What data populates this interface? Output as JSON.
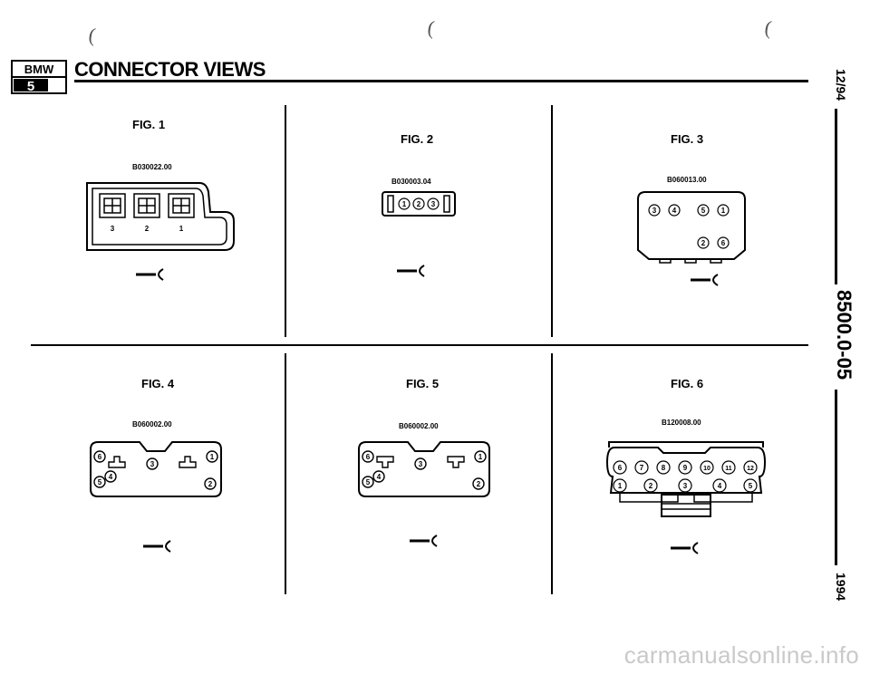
{
  "header": {
    "logo_text": "BMW",
    "logo_number": "5",
    "title": "CONNECTOR VIEWS"
  },
  "side": {
    "date": "12/94",
    "doc_number": "8500.0-05",
    "year": "1994"
  },
  "figures": [
    {
      "label": "FIG. 1",
      "part_number": "B030022.00",
      "pins": [
        "3",
        "2",
        "1"
      ]
    },
    {
      "label": "FIG. 2",
      "part_number": "B030003.04",
      "pins": [
        "1",
        "2",
        "3"
      ]
    },
    {
      "label": "FIG. 3",
      "part_number": "B060013.00",
      "pins": [
        "3",
        "4",
        "5",
        "1",
        "2",
        "6"
      ]
    },
    {
      "label": "FIG. 4",
      "part_number": "B060002.00",
      "pins": [
        "6",
        "3",
        "1",
        "5",
        "4",
        "2"
      ]
    },
    {
      "label": "FIG. 5",
      "part_number": "B060002.00",
      "pins": [
        "6",
        "3",
        "1",
        "5",
        "4",
        "2"
      ]
    },
    {
      "label": "FIG. 6",
      "part_number": "B120008.00",
      "pins": [
        "6",
        "7",
        "8",
        "9",
        "10",
        "11",
        "12",
        "1",
        "2",
        "3",
        "4",
        "5"
      ]
    }
  ],
  "watermark": "carmanualsonline.info"
}
